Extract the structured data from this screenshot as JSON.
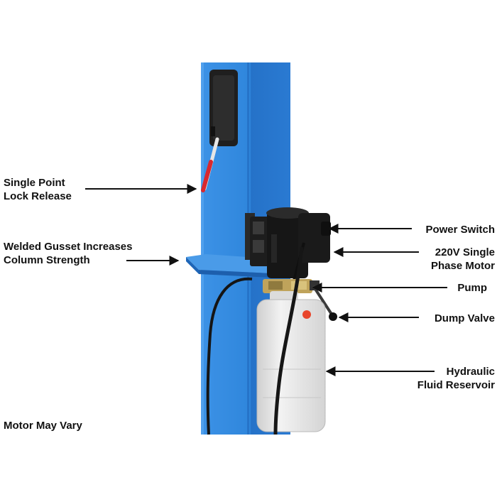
{
  "colors": {
    "column": "#2f86dc",
    "column_dark": "#1d63b4",
    "column_light": "#5aa7ef",
    "motor": "#1b1b1b",
    "reservoir": "#e7e7e7",
    "handle_red": "#d9282f",
    "cap_red": "#e8452b",
    "text": "#111111"
  },
  "labels": {
    "lock_release": {
      "line1": "Single Point",
      "line2": "Lock Release"
    },
    "gusset": {
      "line1": "Welded Gusset Increases",
      "line2": "Column Strength"
    },
    "power_switch": {
      "line1": "Power Switch"
    },
    "motor": {
      "line1": "220V Single",
      "line2": "Phase Motor"
    },
    "pump": {
      "line1": "Pump"
    },
    "dump_valve": {
      "line1": "Dump Valve"
    },
    "reservoir": {
      "line1": "Hydraulic",
      "line2": "Fluid Reservoir"
    },
    "note": "Motor May Vary"
  },
  "icons": {
    "arrow": "left-arrow-icon"
  }
}
